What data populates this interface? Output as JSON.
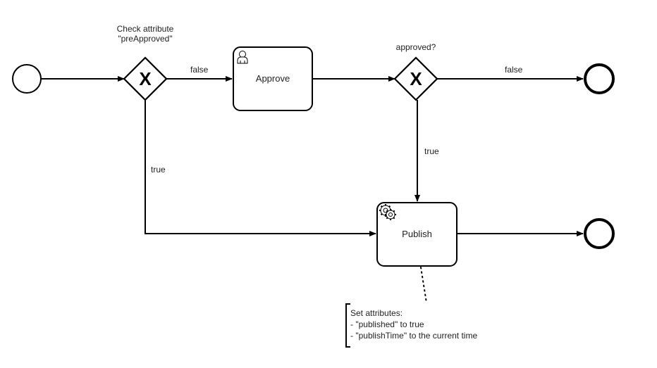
{
  "diagram": {
    "gateway1_label_line1": "Check attribute",
    "gateway1_label_line2": "\"preApproved\"",
    "gateway2_label": "approved?",
    "task_approve_label": "Approve",
    "task_publish_label": "Publish",
    "flow_false_1": "false",
    "flow_false_2": "false",
    "flow_true_1": "true",
    "flow_true_2": "true",
    "annotation": {
      "line1": "Set attributes:",
      "line2": "- \"published\" to true",
      "line3": "- \"publishTime\" to the current time"
    }
  },
  "icons": {
    "gateway_marker": "X",
    "approve_task_icon": "user-icon",
    "publish_task_icon": "gear-icon"
  }
}
